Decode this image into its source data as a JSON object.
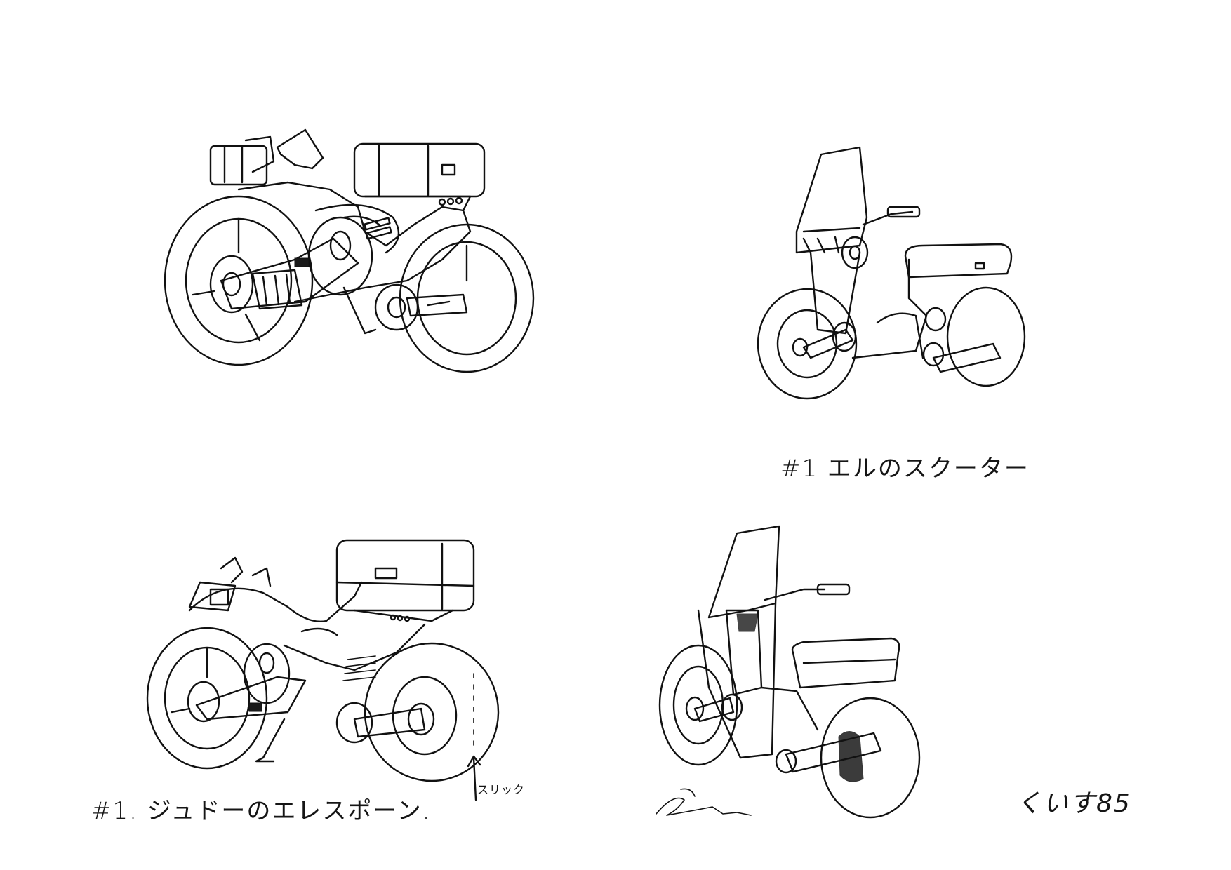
{
  "sheet": {
    "background": "#ffffff",
    "ink": "#111111"
  },
  "captions": {
    "scooter": "#1 エルのスクーター",
    "motorcycle": "#1. ジュドーのエレスポーン.",
    "slick_note": "スリック",
    "artist_signature": "くいす85"
  },
  "drawings": [
    {
      "name": "motorcycle-top-left",
      "subject": "ジュドーのエレスポーン"
    },
    {
      "name": "scooter-top-right",
      "subject": "エルのスクーター"
    },
    {
      "name": "motorcycle-bottom-left",
      "subject": "ジュドーのエレスポーン"
    },
    {
      "name": "scooter-bottom-right",
      "subject": "エルのスクーター"
    }
  ]
}
